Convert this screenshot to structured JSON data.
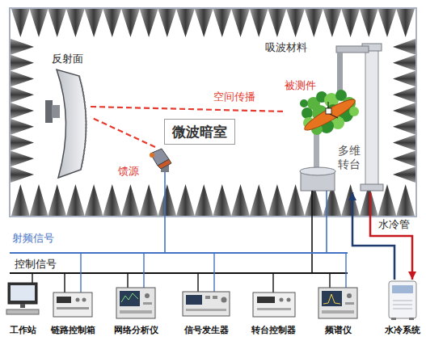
{
  "diagram": {
    "nodes": [
      {
        "text": [
          "反射面"
        ]
      },
      {
        "text": [
          "被测件"
        ]
      },
      {
        "text": [
          "微波暗室"
        ]
      },
      {
        "text": [
          "馈源"
        ]
      },
      {
        "text": [
          "多维转台"
        ]
      },
      {
        "text": [
          "工作站"
        ]
      },
      {
        "text": [
          "链路控制箱"
        ]
      },
      {
        "text": [
          "网络分析仪"
        ]
      },
      {
        "text": [
          "信号发生器"
        ]
      },
      {
        "text": [
          "转台控制器"
        ]
      },
      {
        "text": [
          "频谱仪"
        ]
      },
      {
        "text": [
          "水冷系统"
        ]
      }
    ],
    "edges": [
      {
        "from": 3,
        "to": 0,
        "arrow": "none"
      },
      {
        "from": 0,
        "to": 1,
        "label": "空间传播",
        "arrow": "none"
      },
      {
        "from": 4,
        "to": 11,
        "label": "水冷管",
        "arrow": "to"
      },
      {
        "from": 11,
        "to": 4,
        "arrow": "to"
      }
    ],
    "labels": [
      "吸波材料",
      "射频信号",
      "控制信号"
    ]
  }
}
